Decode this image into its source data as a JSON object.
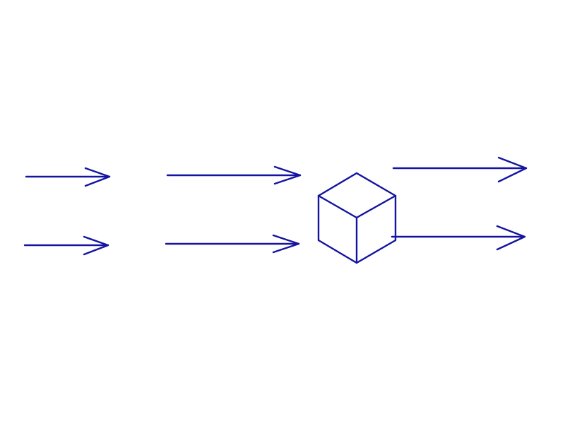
{
  "diagram": {
    "stroke_color": "#1414a0",
    "background_color": "#ffffff",
    "elements": [
      {
        "id": "arrow-left-top",
        "kind": "arrow-right-icon"
      },
      {
        "id": "arrow-left-bottom",
        "kind": "arrow-right-icon"
      },
      {
        "id": "arrow-middle-top",
        "kind": "arrow-right-icon"
      },
      {
        "id": "arrow-middle-bottom",
        "kind": "arrow-right-icon"
      },
      {
        "id": "cube",
        "kind": "cube-icon"
      },
      {
        "id": "arrow-right-top",
        "kind": "arrow-right-icon"
      },
      {
        "id": "arrow-right-bottom",
        "kind": "arrow-right-icon"
      }
    ]
  }
}
